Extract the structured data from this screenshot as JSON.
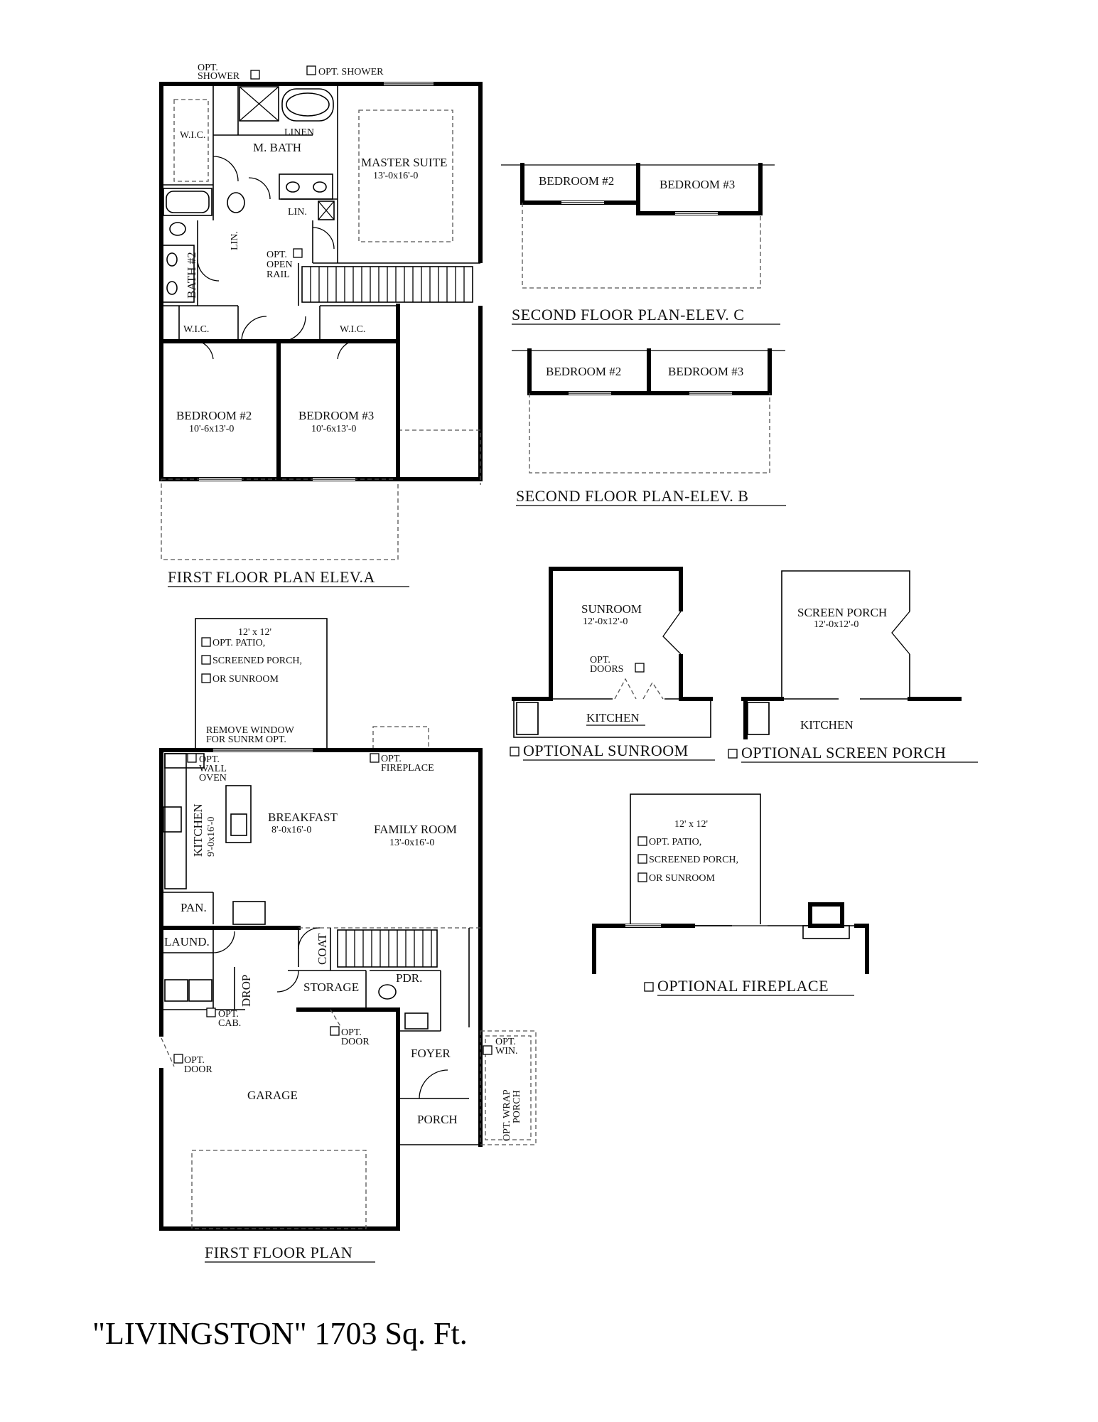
{
  "title": "\"LIVINGSTON\" 1703 Sq. Ft.",
  "upper_plan": {
    "caption": "FIRST FLOOR PLAN ELEV.A",
    "opt_shower_left": [
      "OPT.",
      "SHOWER"
    ],
    "opt_shower_right": "OPT. SHOWER",
    "wic_master": "W.I.C.",
    "linen": "LINEN",
    "m_bath": "M. BATH",
    "master_suite": {
      "name": "MASTER SUITE",
      "dims": "13'-0x16'-0"
    },
    "lin_1": "LIN.",
    "lin_2": "LIN.",
    "bath2": "BATH #2",
    "opt_open_rail": [
      "OPT.",
      "OPEN",
      "RAIL"
    ],
    "wic_left": "W.I.C.",
    "wic_right": "W.I.C.",
    "bedroom2": {
      "name": "BEDROOM #2",
      "dims": "10'-6x13'-0"
    },
    "bedroom3": {
      "name": "BEDROOM #3",
      "dims": "10'-6x13'-0"
    }
  },
  "elev_c": {
    "caption": "SECOND FLOOR PLAN-ELEV. C",
    "bedroom2": "BEDROOM #2",
    "bedroom3": "BEDROOM #3"
  },
  "elev_b": {
    "caption": "SECOND FLOOR PLAN-ELEV. B",
    "bedroom2": "BEDROOM #2",
    "bedroom3": "BEDROOM #3"
  },
  "first_floor": {
    "caption": "FIRST FLOOR PLAN",
    "patio_box": [
      "12' x 12'",
      "OPT. PATIO,",
      "SCREENED PORCH,",
      "OR SUNROOM"
    ],
    "remove_window": [
      "REMOVE WINDOW",
      "FOR SUNRM OPT."
    ],
    "opt_fireplace": [
      "OPT.",
      "FIREPLACE"
    ],
    "opt_wall_oven": [
      "OPT.",
      "WALL",
      "OVEN"
    ],
    "kitchen": {
      "name": "KITCHEN",
      "dims": "9'-0x16'-0"
    },
    "breakfast": {
      "name": "BREAKFAST",
      "dims": "8'-0x16'-0"
    },
    "family_room": {
      "name": "FAMILY ROOM",
      "dims": "13'-0x16'-0"
    },
    "pan": "PAN.",
    "laund": "LAUND.",
    "coat": "COAT",
    "drop": "DROP",
    "storage": "STORAGE",
    "pdr": "PDR.",
    "opt_cab": [
      "OPT.",
      "CAB."
    ],
    "opt_door_storage": [
      "OPT.",
      "DOOR"
    ],
    "opt_door_garage": [
      "OPT.",
      "DOOR"
    ],
    "opt_win": [
      "OPT.",
      "WIN."
    ],
    "foyer": "FOYER",
    "garage": "GARAGE",
    "porch": "PORCH",
    "opt_wrap_porch": [
      "OPT. WRAP",
      "PORCH"
    ]
  },
  "sunroom": {
    "caption": "OPTIONAL SUNROOM",
    "name": "SUNROOM",
    "dims": "12'-0x12'-0",
    "opt_doors": [
      "OPT.",
      "DOORS"
    ],
    "kitchen": "KITCHEN"
  },
  "screen_porch": {
    "caption": "OPTIONAL SCREEN PORCH",
    "name": "SCREEN PORCH",
    "dims": "12'-0x12'-0",
    "kitchen": "KITCHEN"
  },
  "fireplace": {
    "caption": "OPTIONAL FIREPLACE",
    "box": [
      "12' x 12'",
      "OPT. PATIO,",
      "SCREENED PORCH,",
      "OR SUNROOM"
    ]
  }
}
